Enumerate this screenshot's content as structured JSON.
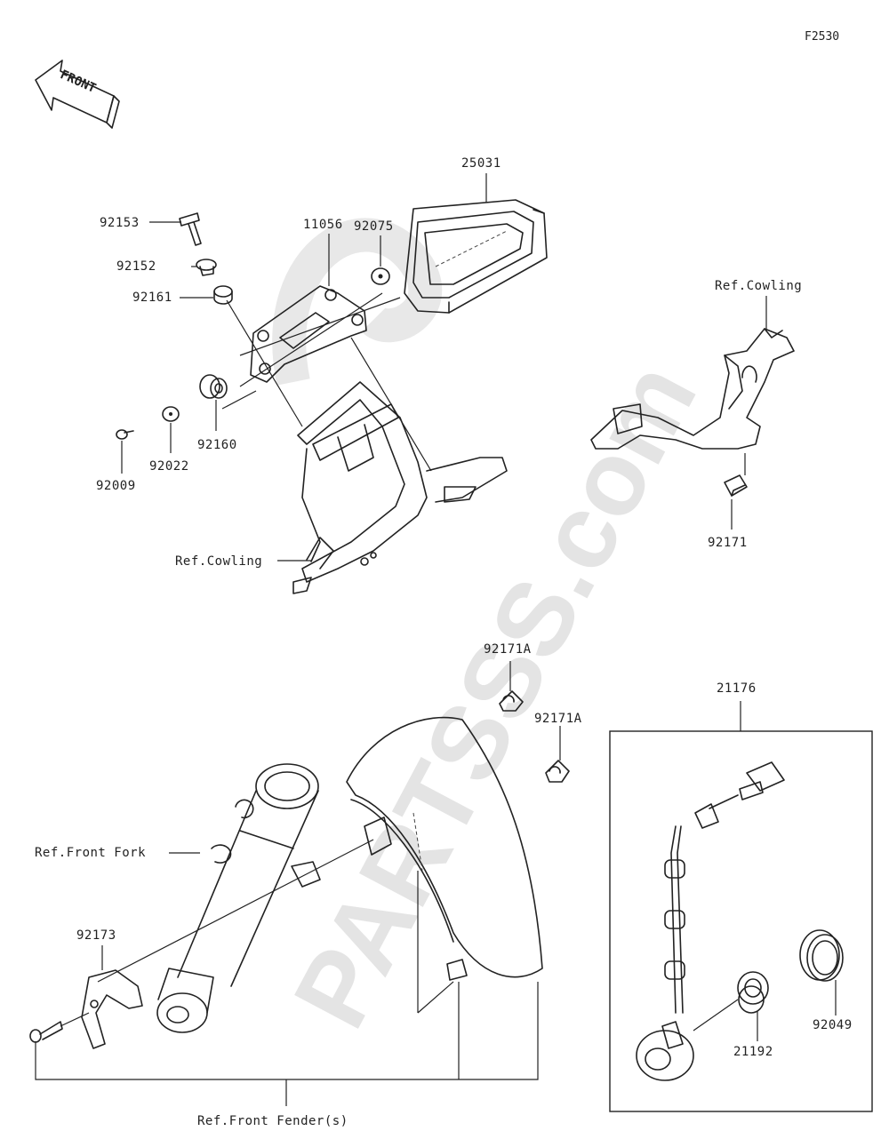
{
  "figure_id": "F2530",
  "watermark": "PARTSSS.com",
  "front_arrow_label": "FRONT",
  "parts": {
    "p25031": "25031",
    "p92153": "92153",
    "p92075": "92075",
    "p11056": "11056",
    "p92152": "92152",
    "p92161": "92161",
    "p92160": "92160",
    "p92022": "92022",
    "p92009": "92009",
    "p92171": "92171",
    "p92171a_1": "92171A",
    "p92171a_2": "92171A",
    "p21176": "21176",
    "p92173": "92173",
    "p21192": "21192",
    "p92049": "92049"
  },
  "refs": {
    "cowling_left": "Ref.Cowling",
    "cowling_right": "Ref.Cowling",
    "front_fork": "Ref.Front Fork",
    "front_fender": "Ref.Front Fender(s)"
  }
}
